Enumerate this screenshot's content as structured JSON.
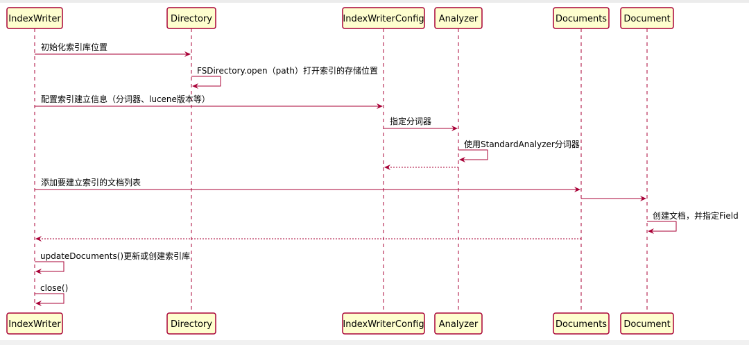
{
  "colors": {
    "line": "#a80036",
    "participant_fill": "#fefece"
  },
  "participants": [
    {
      "id": "indexwriter",
      "label": "IndexWriter"
    },
    {
      "id": "directory",
      "label": "Directory"
    },
    {
      "id": "indexwriterconfig",
      "label": "IndexWriterConfig"
    },
    {
      "id": "analyzer",
      "label": "Analyzer"
    },
    {
      "id": "documents",
      "label": "Documents"
    },
    {
      "id": "document",
      "label": "Document"
    }
  ],
  "messages": [
    {
      "from": "indexwriter",
      "to": "directory",
      "label": "初始化索引库位置",
      "style": "solid"
    },
    {
      "from": "directory",
      "to": "directory",
      "label": "FSDirectory.open（path）打开索引的存储位置",
      "style": "solid"
    },
    {
      "from": "indexwriter",
      "to": "indexwriterconfig",
      "label": "配置索引建立信息（分词器、lucene版本等）",
      "style": "solid"
    },
    {
      "from": "indexwriterconfig",
      "to": "analyzer",
      "label": "指定分词器",
      "style": "solid"
    },
    {
      "from": "analyzer",
      "to": "analyzer",
      "label": "使用StandardAnalyzer分词器",
      "style": "solid"
    },
    {
      "from": "analyzer",
      "to": "indexwriterconfig",
      "label": "",
      "style": "dashed"
    },
    {
      "from": "indexwriter",
      "to": "documents",
      "label": "添加要建立索引的文档列表",
      "style": "solid"
    },
    {
      "from": "documents",
      "to": "document",
      "label": "",
      "style": "solid"
    },
    {
      "from": "document",
      "to": "document",
      "label": "创建文档，并指定Field",
      "style": "solid"
    },
    {
      "from": "documents",
      "to": "indexwriter",
      "label": "",
      "style": "dashed"
    },
    {
      "from": "indexwriter",
      "to": "indexwriter",
      "label": "updateDocuments()更新或创建索引库",
      "style": "solid"
    },
    {
      "from": "indexwriter",
      "to": "indexwriter",
      "label": "close()",
      "style": "solid"
    }
  ]
}
